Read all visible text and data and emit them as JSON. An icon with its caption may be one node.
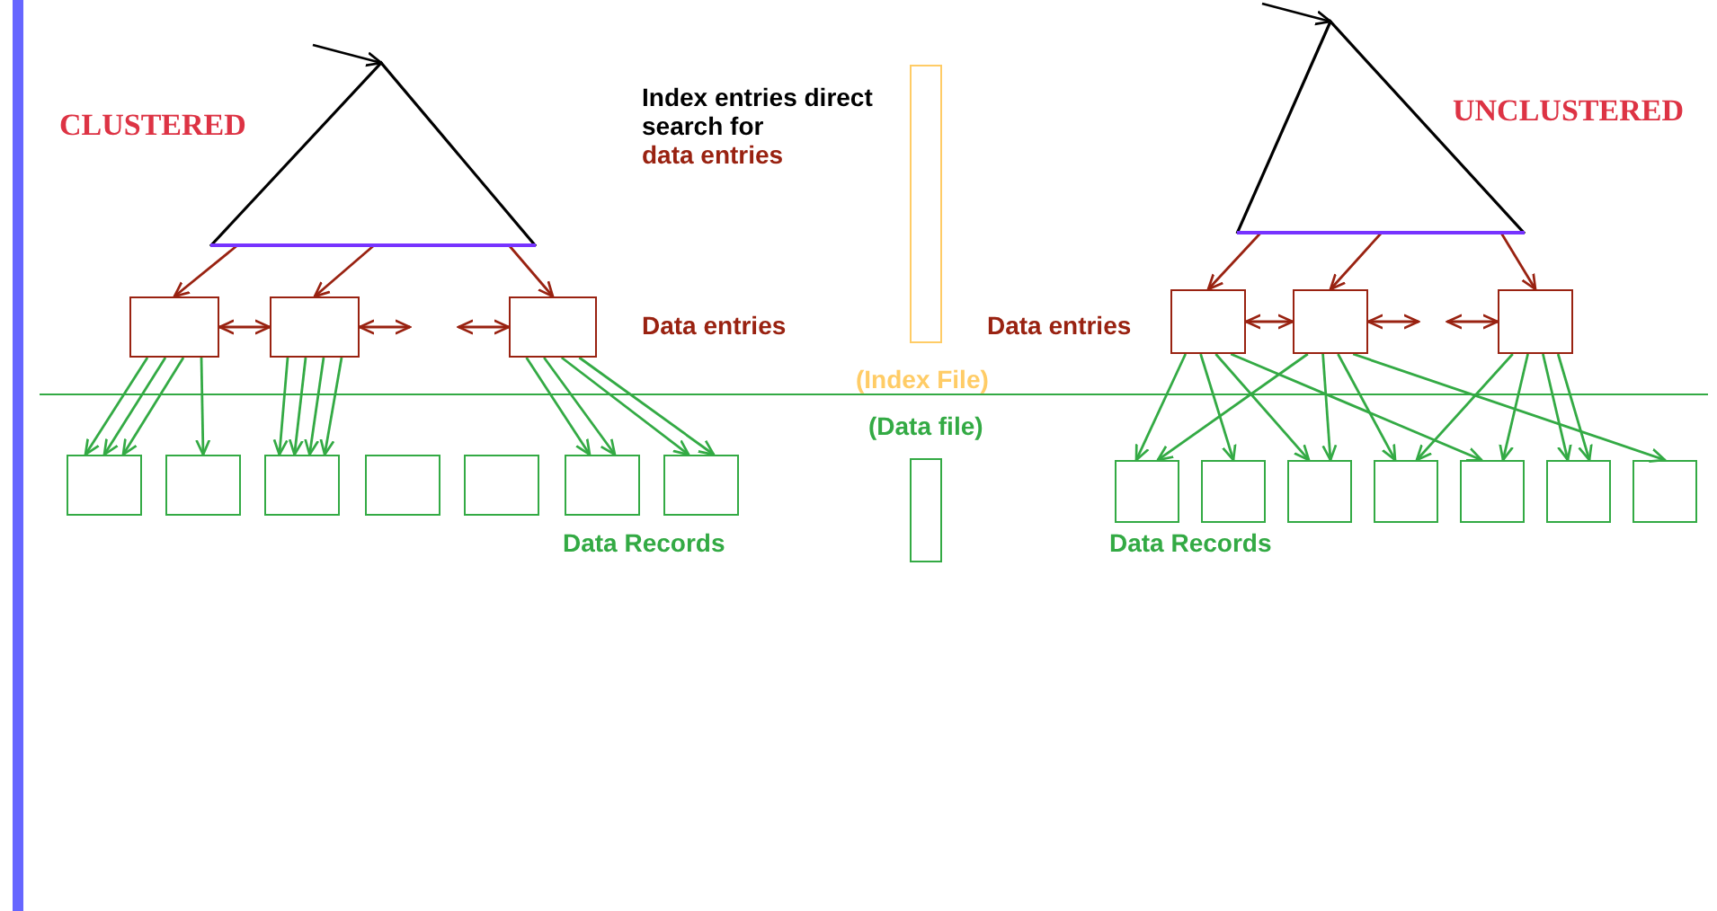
{
  "diagram": {
    "nodes": [
      {
        "text": [],
        "shape": "triangle"
      },
      {
        "text": [],
        "shape": "box"
      },
      {
        "text": [],
        "shape": "box"
      },
      {
        "text": [],
        "shape": "box"
      },
      {
        "text": [],
        "shape": "box"
      },
      {
        "text": [],
        "shape": "box"
      },
      {
        "text": [],
        "shape": "box"
      },
      {
        "text": [],
        "shape": "box"
      },
      {
        "text": [],
        "shape": "box"
      },
      {
        "text": [],
        "shape": "box"
      },
      {
        "text": [],
        "shape": "box"
      },
      {
        "text": [],
        "shape": "triangle"
      },
      {
        "text": [],
        "shape": "box"
      },
      {
        "text": [],
        "shape": "box"
      },
      {
        "text": [],
        "shape": "box"
      },
      {
        "text": [],
        "shape": "box"
      },
      {
        "text": [],
        "shape": "box"
      },
      {
        "text": [],
        "shape": "box"
      },
      {
        "text": [],
        "shape": "box"
      },
      {
        "text": [],
        "shape": "box"
      },
      {
        "text": [],
        "shape": "box"
      },
      {
        "text": [],
        "shape": "box"
      },
      {
        "text": [],
        "shape": "bar"
      },
      {
        "text": [],
        "shape": "bar"
      }
    ],
    "edges": [
      {
        "from": null,
        "to": 0,
        "arrow": "to",
        "color": "#000000"
      },
      {
        "from": 0,
        "to": 1,
        "arrow": "to",
        "color": "#992211"
      },
      {
        "from": 0,
        "to": 2,
        "arrow": "to",
        "color": "#992211"
      },
      {
        "from": 0,
        "to": 3,
        "arrow": "to",
        "color": "#992211"
      },
      {
        "from": 1,
        "to": 2,
        "arrow": "both",
        "color": "#992211"
      },
      {
        "from": 2,
        "to": null,
        "arrow": "both",
        "color": "#992211"
      },
      {
        "from": null,
        "to": 3,
        "arrow": "both",
        "color": "#992211"
      },
      {
        "from": 1,
        "to": 4,
        "arrow": "to"
      },
      {
        "from": 1,
        "to": 4,
        "arrow": "to"
      },
      {
        "from": 1,
        "to": 4,
        "arrow": "to"
      },
      {
        "from": 1,
        "to": 5,
        "arrow": "to"
      },
      {
        "from": 2,
        "to": 6,
        "arrow": "to"
      },
      {
        "from": 2,
        "to": 6,
        "arrow": "to"
      },
      {
        "from": 2,
        "to": 6,
        "arrow": "to"
      },
      {
        "from": 2,
        "to": 6,
        "arrow": "to"
      },
      {
        "from": 3,
        "to": 9,
        "arrow": "to"
      },
      {
        "from": 3,
        "to": 9,
        "arrow": "to"
      },
      {
        "from": 3,
        "to": 10,
        "arrow": "to"
      },
      {
        "from": 3,
        "to": 10,
        "arrow": "to"
      },
      {
        "from": null,
        "to": 11,
        "arrow": "to",
        "color": "#000000"
      },
      {
        "from": 11,
        "to": 12,
        "arrow": "to",
        "color": "#992211"
      },
      {
        "from": 11,
        "to": 13,
        "arrow": "to",
        "color": "#992211"
      },
      {
        "from": 11,
        "to": 14,
        "arrow": "to",
        "color": "#992211"
      },
      {
        "from": 12,
        "to": 13,
        "arrow": "both",
        "color": "#992211"
      },
      {
        "from": 13,
        "to": null,
        "arrow": "both",
        "color": "#992211"
      },
      {
        "from": null,
        "to": 14,
        "arrow": "both",
        "color": "#992211"
      },
      {
        "from": 12,
        "to": 15,
        "arrow": "to"
      },
      {
        "from": 12,
        "to": 16,
        "arrow": "to"
      },
      {
        "from": 12,
        "to": 17,
        "arrow": "to"
      },
      {
        "from": 12,
        "to": 19,
        "arrow": "to"
      },
      {
        "from": 13,
        "to": 15,
        "arrow": "to"
      },
      {
        "from": 13,
        "to": 17,
        "arrow": "to"
      },
      {
        "from": 13,
        "to": 18,
        "arrow": "to"
      },
      {
        "from": 13,
        "to": 21,
        "arrow": "to"
      },
      {
        "from": 14,
        "to": 18,
        "arrow": "to"
      },
      {
        "from": 14,
        "to": 19,
        "arrow": "to"
      },
      {
        "from": 14,
        "to": 20,
        "arrow": "to"
      },
      {
        "from": 14,
        "to": 20,
        "arrow": "to"
      }
    ],
    "labels": [
      "CLUSTERED",
      "Index entries direct search for",
      "data entries",
      "UNCLUSTERED",
      "Data entries",
      "Data entries",
      "(Index File)",
      "(Data file)",
      "Data Records",
      "Data Records"
    ]
  }
}
